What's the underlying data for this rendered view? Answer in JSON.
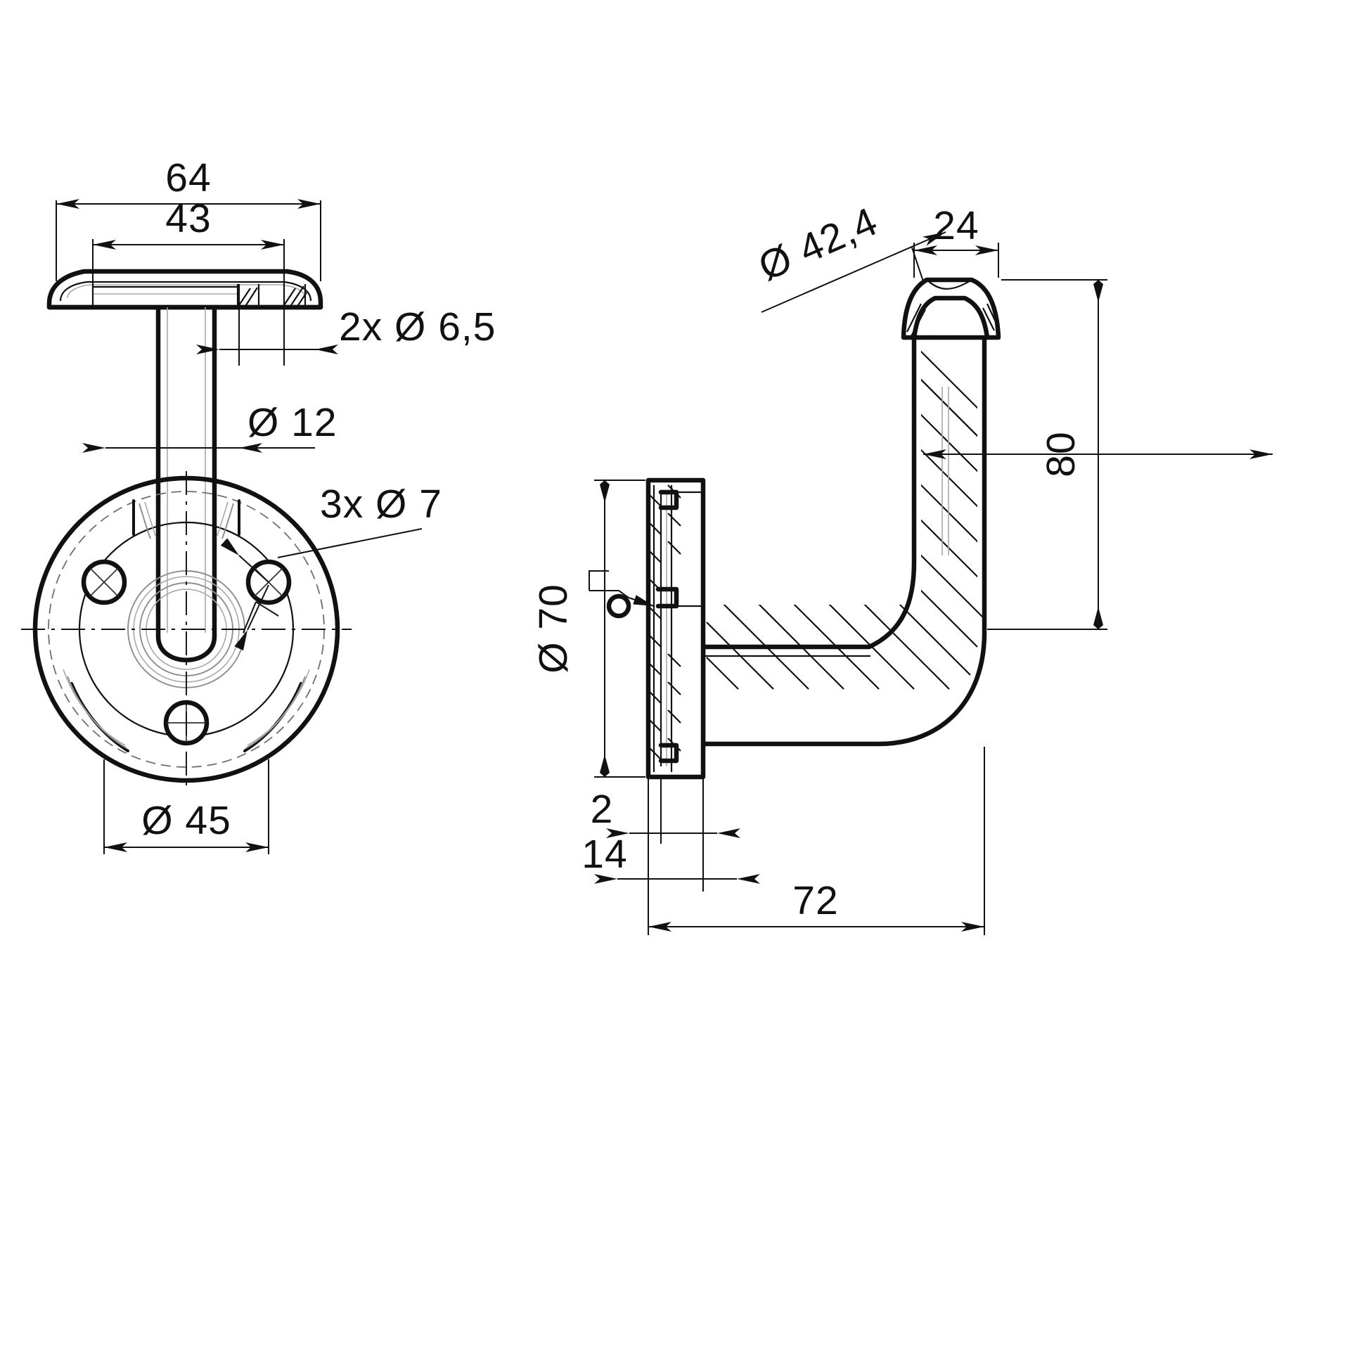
{
  "drawing": {
    "type": "technical-engineering-drawing",
    "subject": "handrail wall bracket",
    "units": "mm",
    "background_color": "#ffffff",
    "line_color": "#111111",
    "hidden_line_color": "#6f6f6f",
    "views": [
      {
        "id": "front-view",
        "name": "front elevation with circular wall flange",
        "position": "left"
      },
      {
        "id": "side-section-view",
        "name": "side sectional view",
        "position": "right"
      }
    ]
  },
  "dimensions": {
    "saddle_overall_width": "64",
    "saddle_inner_width": "43",
    "saddle_screw_holes": "2x Ø 6,5",
    "stem_diameter": "Ø 12",
    "flange_screw_holes": "3x Ø 7",
    "flange_bolt_circle": "Ø 45",
    "rail_diameter": "Ø 42,4",
    "saddle_depth": "24",
    "bracket_height": "80",
    "flange_diameter": "Ø 70",
    "cover_thickness": "2",
    "flange_thickness": "14",
    "projection": "72"
  },
  "labels": {
    "d64": "64",
    "d43": "43",
    "d_2x65": "2x Ø 6,5",
    "d_12": "Ø 12",
    "d_3x7": "3x Ø 7",
    "d_45": "Ø 45",
    "d_424": "Ø 42,4",
    "d_24": "24",
    "d_80": "80",
    "d_70": "Ø 70",
    "d_2": "2",
    "d_14": "14",
    "d_72": "72"
  }
}
